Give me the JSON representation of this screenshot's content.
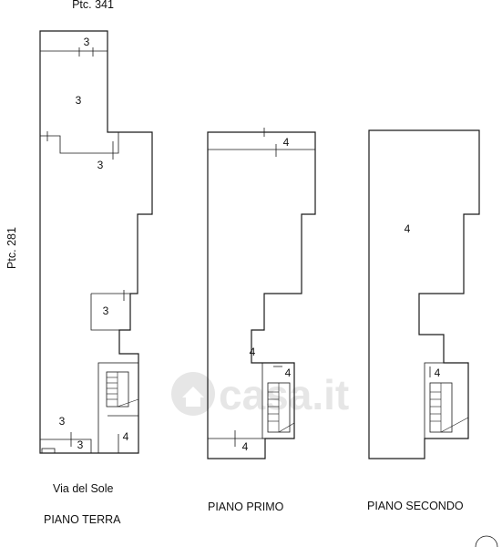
{
  "border_labels": {
    "top": "Ptc. 341",
    "left": "Ptc. 281"
  },
  "street_label": "Via del Sole",
  "floors": [
    {
      "name": "PIANO TERRA",
      "rooms": [
        "3",
        "3",
        "3",
        "3",
        "3",
        "3",
        "4"
      ]
    },
    {
      "name": "PIANO PRIMO",
      "rooms": [
        "4",
        "4",
        "4",
        "4"
      ]
    },
    {
      "name": "PIANO SECONDO",
      "rooms": [
        "4",
        "4"
      ]
    }
  ],
  "watermark": "casa.it"
}
